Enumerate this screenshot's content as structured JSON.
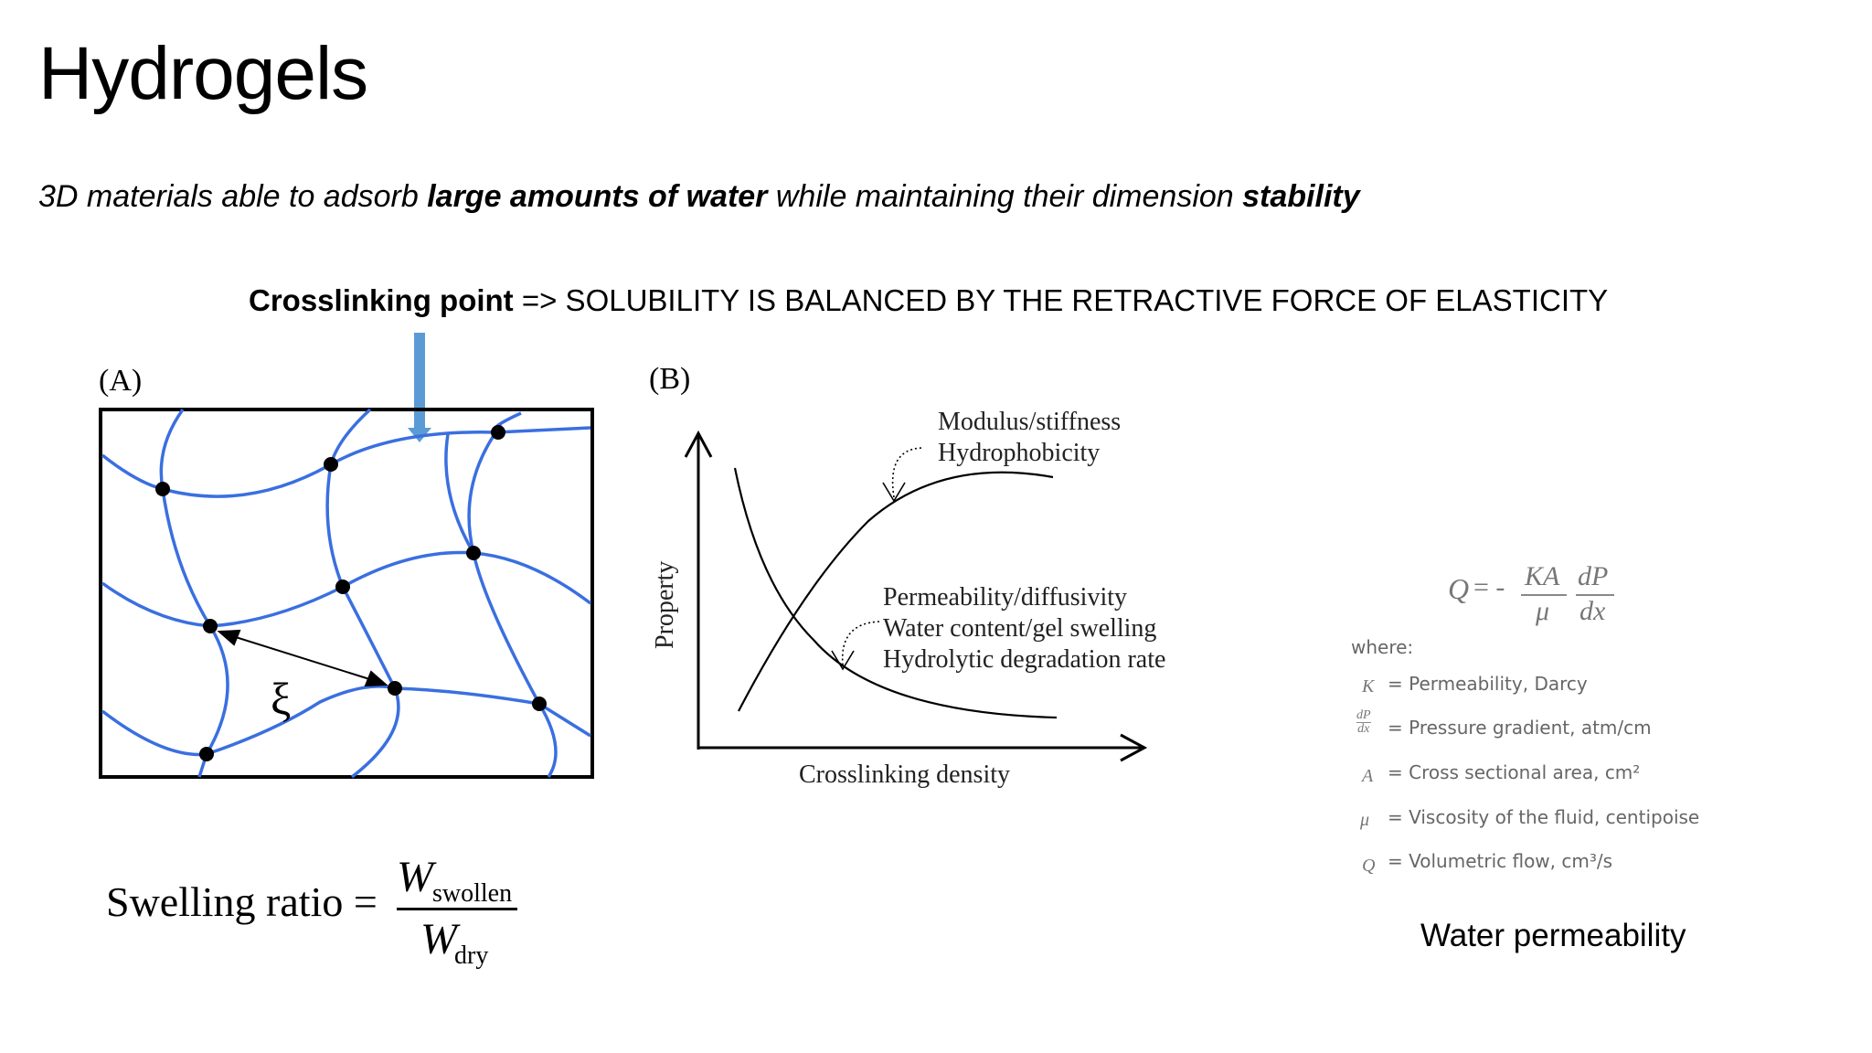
{
  "slide": {
    "title": "Hydrogels",
    "subtitle": {
      "part1": "3D materials able to adsorb ",
      "part2": "large amounts of water",
      "part3": " while maintaining their dimension ",
      "part4": "stability"
    },
    "crosslink_line": {
      "bold": "Crosslinking point",
      "rest": " => SOLUBILITY IS BALANCED BY THE RETRACTIVE FORCE OF ELASTICITY"
    }
  },
  "panel_a": {
    "label": "(A)",
    "xi": "ξ",
    "line_color": "#3a6fe0",
    "arrow_color": "#5b9bd5"
  },
  "swelling": {
    "lhs": "Swelling ratio =",
    "num_w": "W",
    "num_sub": "swollen",
    "den_w": "W",
    "den_sub": "dry"
  },
  "panel_b": {
    "label": "(B)",
    "ylabel": "Property",
    "xlabel": "Crosslinking density",
    "rising_labels": [
      "Modulus/stiffness",
      "Hydrophobicity"
    ],
    "falling_labels": [
      "Permeability/diffusivity",
      "Water content/gel swelling",
      "Hydrolytic degradation rate"
    ]
  },
  "darcy": {
    "q": "Q",
    "eq_minus": "= -",
    "num1": "KA",
    "den1": "μ",
    "num2": "dP",
    "den2": "dx",
    "where": "where:",
    "defs": [
      {
        "sym": "K",
        "text": "= Permeability, Darcy"
      },
      {
        "sym": "dP/dx",
        "text": "= Pressure gradient, atm/cm"
      },
      {
        "sym": "A",
        "text": "= Cross sectional area, cm²"
      },
      {
        "sym": "μ",
        "text": "= Viscosity of the fluid, centipoise"
      },
      {
        "sym": "Q",
        "text": "= Volumetric flow, cm³/s"
      }
    ],
    "caption": "Water permeability"
  }
}
